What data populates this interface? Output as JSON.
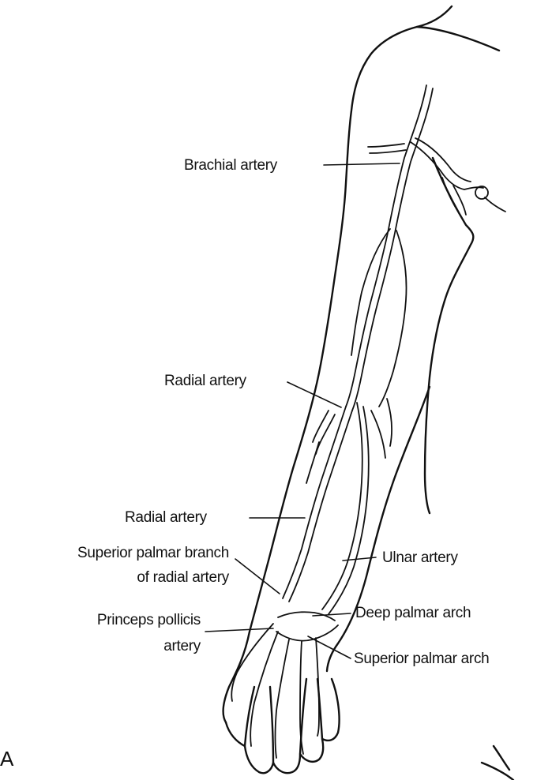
{
  "labels": {
    "brachial_artery": "Brachial artery",
    "radial_artery_upper": "Radial artery",
    "radial_artery_lower": "Radial artery",
    "superior_palmar_branch_line1": "Superior palmar branch",
    "superior_palmar_branch_line2": "of radial artery",
    "ulnar_artery": "Ulnar artery",
    "deep_palmar_arch": "Deep palmar arch",
    "princeps_pollicis_line1": "Princeps pollicis",
    "princeps_pollicis_line2": "artery",
    "superior_palmar_arch": "Superior palmar arch"
  },
  "panel_letter": "A",
  "colors": {
    "ink": "#111111",
    "background": "#ffffff"
  }
}
